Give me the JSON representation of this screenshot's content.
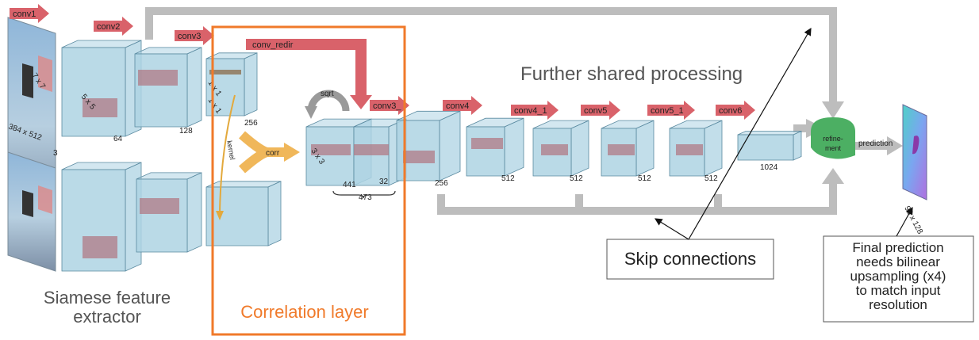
{
  "stages": {
    "conv1": "conv1",
    "conv2": "conv2",
    "conv3_top": "conv3",
    "conv_redir": "conv_redir",
    "conv3_1": "conv3_",
    "conv4": "conv4",
    "conv4_1": "conv4_1",
    "conv5": "conv5",
    "conv5_1": "conv5_1",
    "conv6": "conv6"
  },
  "dims": {
    "input": "384 x 512",
    "input_ch": "3",
    "kernel1": "7 x 7",
    "kernel2": "5 x 5",
    "c2": "64",
    "c3": "128",
    "kernel3a": "1 x 1",
    "kernel3b": "1 x 1",
    "c4": "256",
    "kernel_corr": "3 x 3",
    "corr_a": "441",
    "corr_b": "32",
    "corr_sum": "473",
    "c_conv3_1": "256",
    "c_conv4": "512",
    "c_conv4_1": "512",
    "c_conv5": "512",
    "c_conv5_1": "512",
    "c_conv6": "1024",
    "output": "96 x 128"
  },
  "ops": {
    "sqrt": "sqrt",
    "corr": "corr",
    "kernel": "kernel",
    "refinement_1": "refine-",
    "refinement_2": "ment",
    "prediction": "prediction"
  },
  "annotations": {
    "further": "Further shared processing",
    "siamese_1": "Siamese feature",
    "siamese_2": "extractor",
    "correlation": "Correlation layer",
    "skip": "Skip connections",
    "final_1": "Final prediction",
    "final_2": "needs bilinear",
    "final_3": "upsampling (x4)",
    "final_4": "to match input",
    "final_5": "resolution"
  },
  "colors": {
    "block_fill": "#aed3e3",
    "block_stroke": "#5a8aa0",
    "stage_arrow": "#d9626a",
    "gray_arrow": "#bdbdbd",
    "corr_orange": "#f0b75a",
    "highlight_box": "#f07a2a",
    "refine_green": "#4caf63"
  }
}
